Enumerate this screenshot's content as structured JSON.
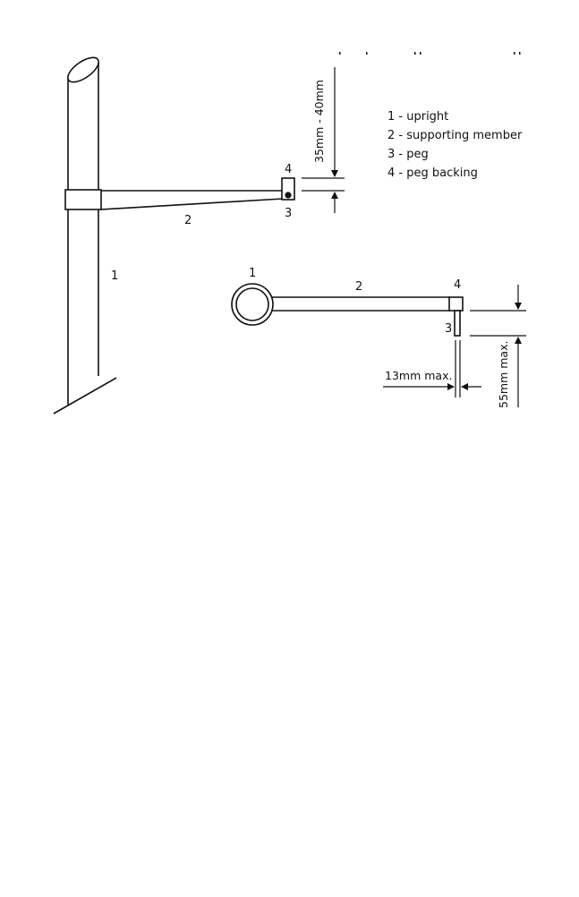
{
  "callouts": {
    "side": {
      "upright": "1",
      "member": "2",
      "peg": "3",
      "backing": "4"
    },
    "top": {
      "upright": "1",
      "member": "2",
      "peg": "3",
      "backing": "4"
    }
  },
  "legend": [
    "1 - upright",
    "2 - supporting member",
    "3 - peg",
    "4 - peg backing"
  ],
  "dimensions": {
    "height_range": "35mm - 40mm",
    "peg_diameter": "13mm max.",
    "peg_length": "55mm max."
  }
}
